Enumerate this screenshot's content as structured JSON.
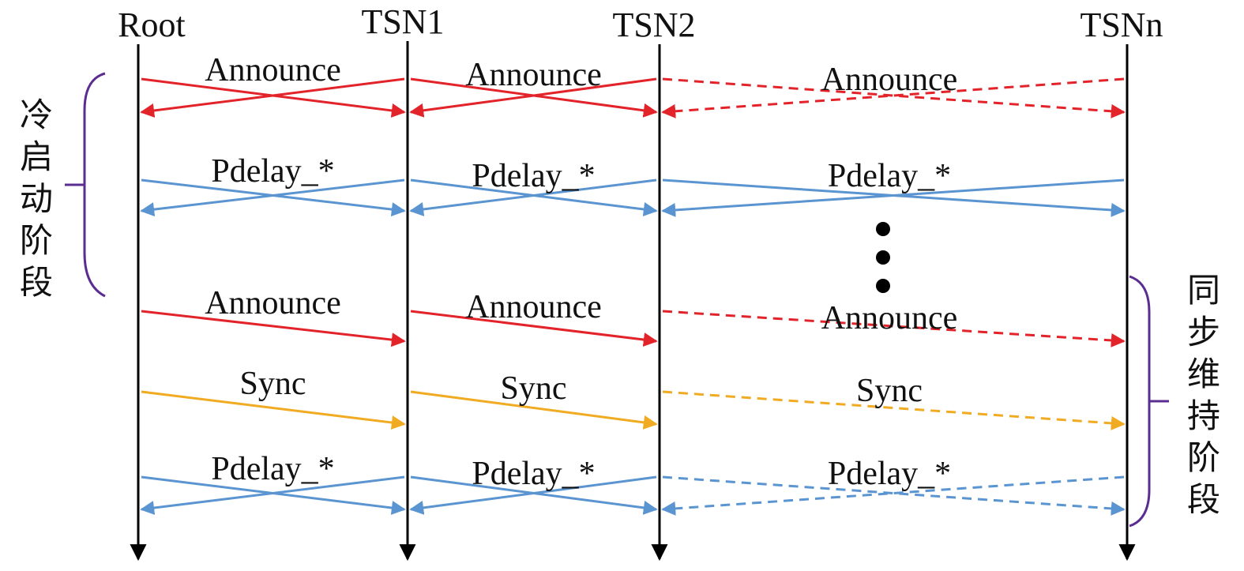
{
  "colors": {
    "announce": "#e3232a",
    "pdelay": "#5b95d1",
    "sync": "#f0ab22",
    "lifeline": "#000000",
    "brace": "#5b2d91"
  },
  "nodes": [
    "Root",
    "TSN1",
    "TSN2",
    "TSNn"
  ],
  "phases": {
    "cold_start": "冷启动阶段",
    "maintenance": "同步维持阶段"
  },
  "rows": [
    {
      "label": "Announce",
      "kind": "announce",
      "pattern": "cross"
    },
    {
      "label": "Pdelay_*",
      "kind": "pdelay",
      "pattern": "cross"
    },
    {
      "label": "Announce",
      "kind": "announce",
      "pattern": "forward"
    },
    {
      "label": "Sync",
      "kind": "sync",
      "pattern": "forward"
    },
    {
      "label": "Pdelay_*",
      "kind": "pdelay",
      "pattern": "cross"
    }
  ],
  "ellipsis": "⋮"
}
